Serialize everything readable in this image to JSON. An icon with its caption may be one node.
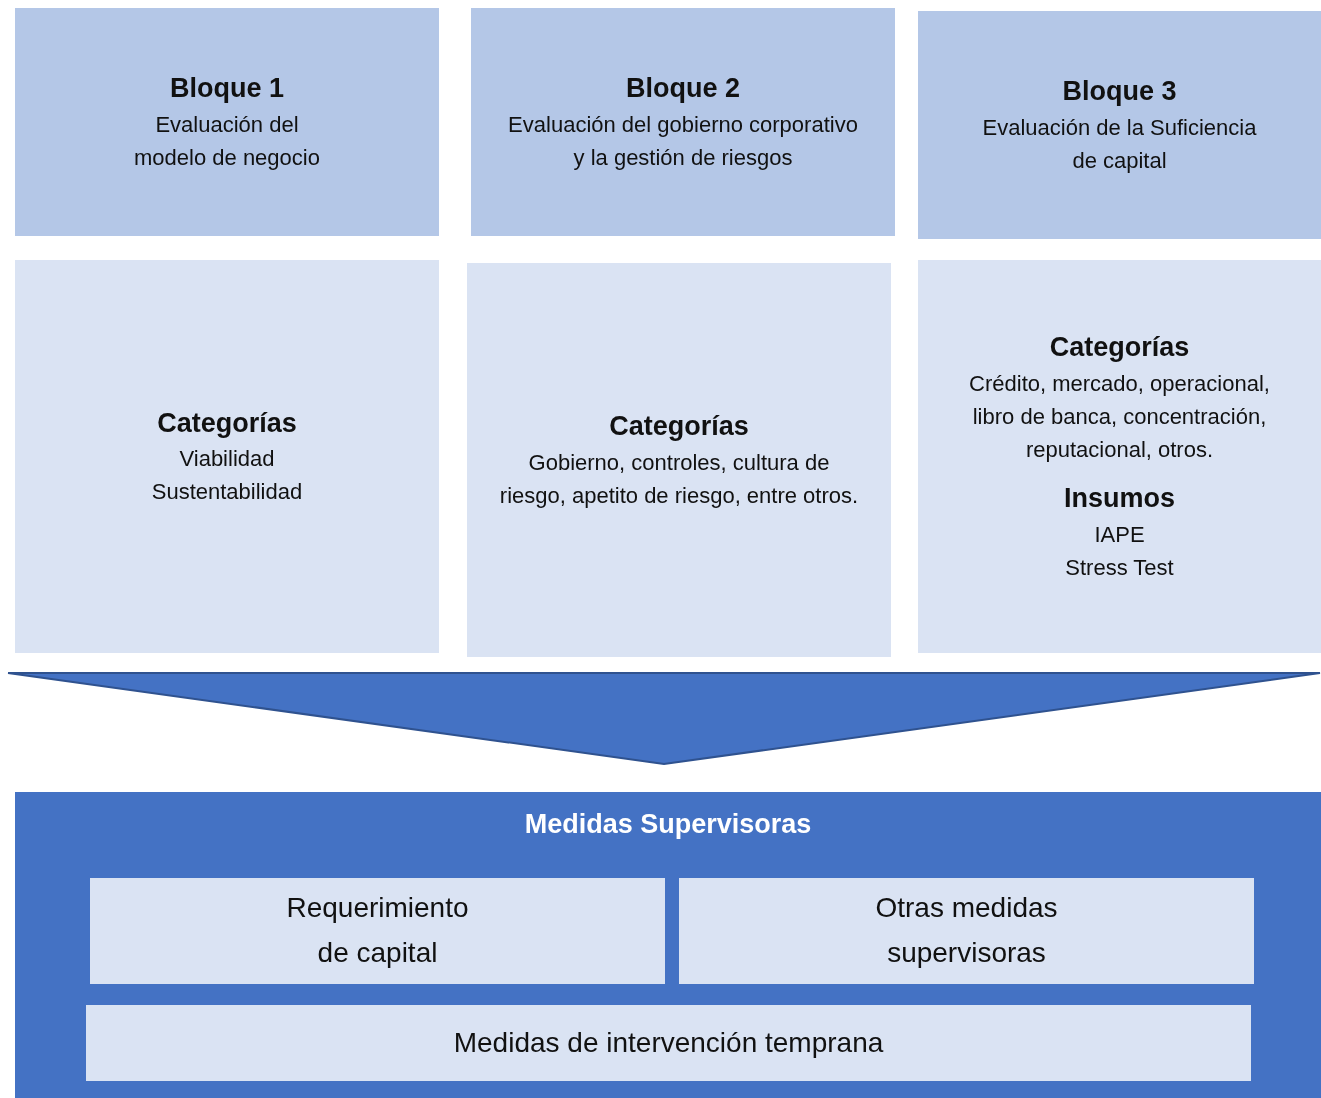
{
  "diagram": {
    "nodes": [
      {
        "text": [
          "Bloque 1",
          "Evaluación del modelo de negocio"
        ]
      },
      {
        "text": [
          "Bloque 2",
          "Evaluación del gobierno corporativo y la gestión de riesgos"
        ]
      },
      {
        "text": [
          "Bloque 3",
          "Evaluación de la Suficiencia de capital"
        ]
      },
      {
        "text": [
          "Categorías",
          "Viabilidad",
          "Sustentabilidad"
        ]
      },
      {
        "text": [
          "Categorías",
          "Gobierno, controles, cultura de riesgo, apetito de riesgo, entre otros."
        ]
      },
      {
        "text": [
          "Categorías",
          "Crédito, mercado, operacional, libro de banca, concentración, reputacional, otros.",
          "Insumos",
          "IAPE",
          "Stress Test"
        ]
      },
      {
        "text": [],
        "shape": "chevron"
      },
      {
        "text": [
          "Medidas Supervisoras"
        ]
      },
      {
        "text": [
          "Requerimiento de capital"
        ],
        "in": 7
      },
      {
        "text": [
          "Otras medidas supervisoras"
        ],
        "in": 7
      },
      {
        "text": [
          "Medidas de intervención temprana"
        ],
        "in": 7
      }
    ]
  }
}
